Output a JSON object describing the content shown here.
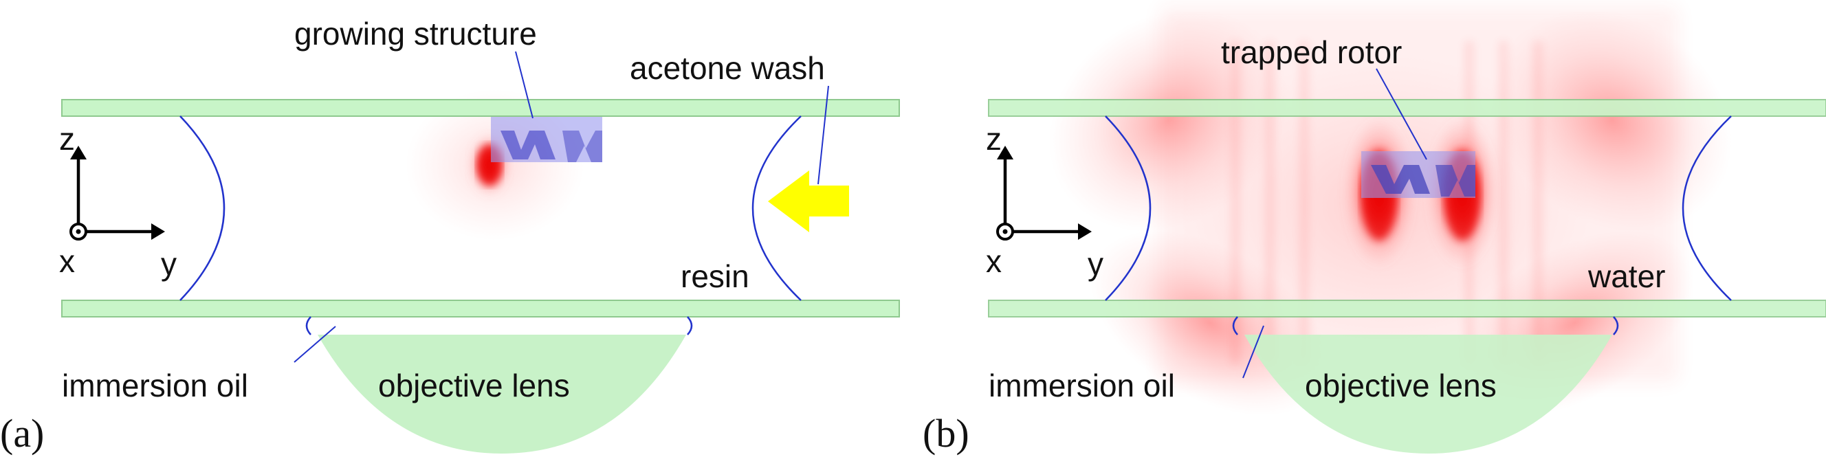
{
  "panel_a": {
    "label": "(a)",
    "annotations": {
      "growing_structure": "growing structure",
      "acetone_wash": "acetone wash",
      "resin": "resin",
      "immersion_oil": "immersion oil",
      "objective_lens": "objective lens"
    },
    "axes": {
      "z": "z",
      "x": "x",
      "y": "y"
    }
  },
  "panel_b": {
    "label": "(b)",
    "annotations": {
      "trapped_rotor": "trapped rotor",
      "water": "water",
      "immersion_oil": "immersion oil",
      "objective_lens": "objective lens"
    },
    "axes": {
      "z": "z",
      "x": "x",
      "y": "y"
    }
  },
  "colors": {
    "glass": "#c8f5c8",
    "glass_edge": "#8ec98e",
    "meniscus": "#2233cc",
    "lens": "#c8f2c8",
    "structure": "#9a9aee",
    "arrow": "#ffff00",
    "beam": "#ff0000"
  },
  "icons": [
    "up-arrow-icon",
    "right-arrow-icon",
    "out-of-plane-dot-icon",
    "left-arrow-icon"
  ]
}
